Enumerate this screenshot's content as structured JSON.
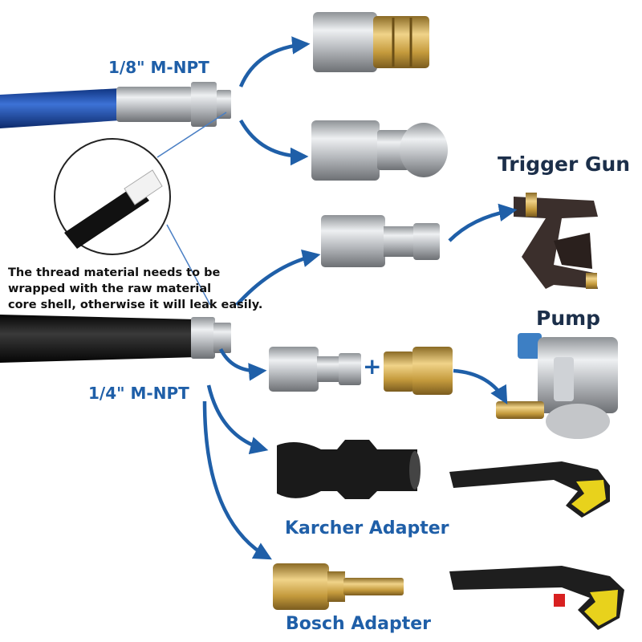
{
  "labels": {
    "npt_18": "1/8\" M-NPT",
    "npt_14": "1/4\" M-NPT",
    "trigger_gun": "Trigger Gun",
    "pump": "Pump",
    "karcher": "Karcher Adapter",
    "bosch": "Bosch Adapter",
    "plus": "+"
  },
  "note": {
    "line1": "The thread material needs to be",
    "line2": "wrapped with the raw material",
    "line3": "core shell, otherwise it will leak easily."
  },
  "colors": {
    "accent_blue": "#1f5fa8",
    "hose_blue": "#1d4ea8",
    "steel": "#b9bcc0",
    "brass": "#c9a24a",
    "black_part": "#1e1e1e",
    "yellow": "#e8d21c"
  }
}
